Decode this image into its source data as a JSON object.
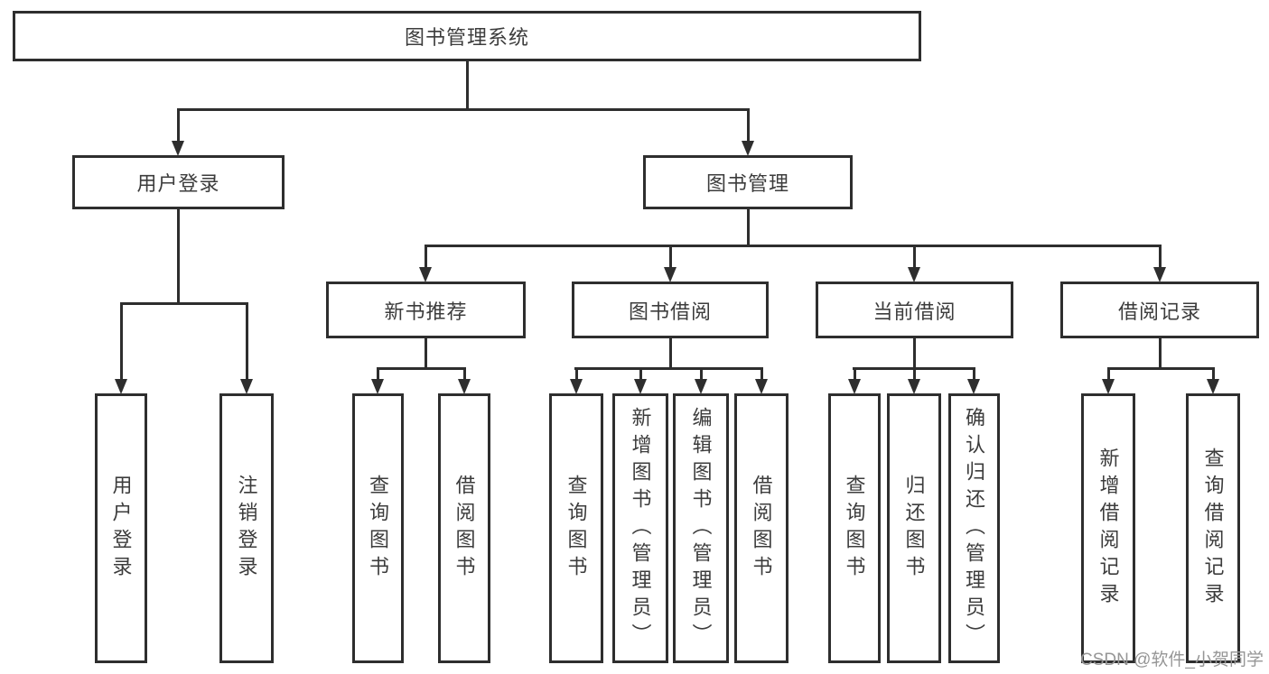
{
  "tree": {
    "root": {
      "label": "图书管理系统"
    },
    "branches": [
      {
        "label": "用户登录",
        "children": [
          {
            "label": "用户登录"
          },
          {
            "label": "注销登录"
          }
        ]
      },
      {
        "label": "图书管理",
        "children": [
          {
            "label": "新书推荐",
            "children": [
              {
                "label": "查询图书"
              },
              {
                "label": "借阅图书"
              }
            ]
          },
          {
            "label": "图书借阅",
            "children": [
              {
                "label": "查询图书"
              },
              {
                "label": "新增图书（管理员）"
              },
              {
                "label": "编辑图书（管理员）"
              },
              {
                "label": "借阅图书"
              }
            ]
          },
          {
            "label": "当前借阅",
            "children": [
              {
                "label": "查询图书"
              },
              {
                "label": "归还图书"
              },
              {
                "label": "确认归还（管理员）"
              }
            ]
          },
          {
            "label": "借阅记录",
            "children": [
              {
                "label": "新增借阅记录"
              },
              {
                "label": "查询借阅记录"
              }
            ]
          }
        ]
      }
    ]
  },
  "watermark": {
    "text": "CSDN @软件_小贺同学"
  },
  "colors": {
    "line": "#2e2e2e",
    "text": "#3c3c3c",
    "background": "#ffffff",
    "watermark": "#969696"
  }
}
